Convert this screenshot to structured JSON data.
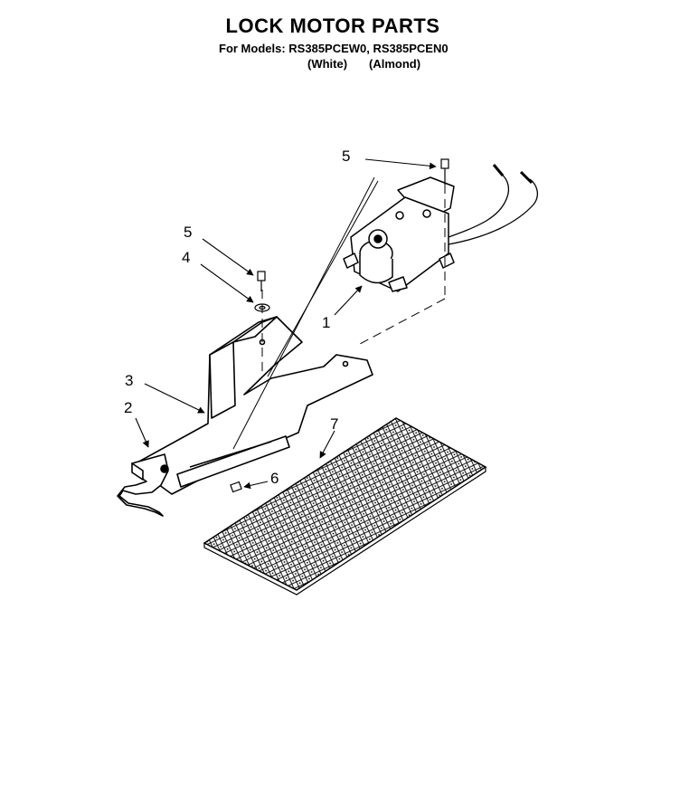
{
  "header": {
    "title": "LOCK MOTOR PARTS",
    "models_label": "For Models:",
    "models": "RS385PCEW0, RS385PCEN0",
    "color_white": "(White)",
    "color_almond": "(Almond)"
  },
  "callouts": [
    {
      "id": "1",
      "text": "1"
    },
    {
      "id": "2",
      "text": "2"
    },
    {
      "id": "3",
      "text": "3"
    },
    {
      "id": "4",
      "text": "4"
    },
    {
      "id": "5a",
      "text": "5"
    },
    {
      "id": "5b",
      "text": "5"
    },
    {
      "id": "6",
      "text": "6"
    },
    {
      "id": "7",
      "text": "7"
    }
  ]
}
